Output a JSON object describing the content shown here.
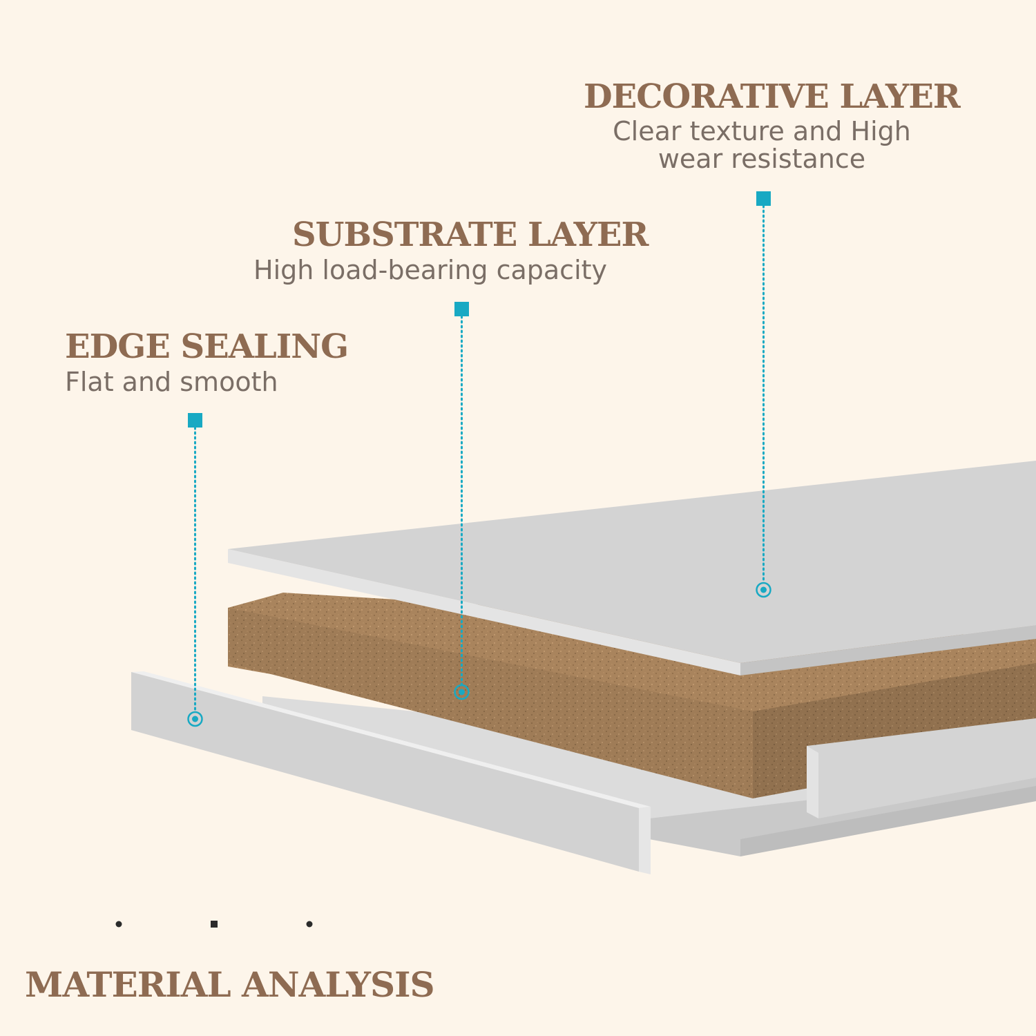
{
  "layers": [
    {
      "id": "decorative",
      "title": "DECORATIVE LAYER",
      "description": "Clear texture and High wear resistance"
    },
    {
      "id": "substrate",
      "title": "SUBSTRATE LAYER",
      "description": "High load-bearing capacity"
    },
    {
      "id": "edge",
      "title": "EDGE SEALING",
      "description": "Flat and smooth"
    }
  ],
  "footer": {
    "title": "MATERIAL ANALYSIS"
  },
  "colors": {
    "background": "#fdf5ea",
    "heading": "#8e6b52",
    "body_text": "#7a6e66",
    "callout": "#18a9c3",
    "panel_top": "#d6d6d6",
    "panel_edge": "#c8c8c8",
    "board": "#a9845d",
    "board_edge": "#8f6d4b"
  }
}
